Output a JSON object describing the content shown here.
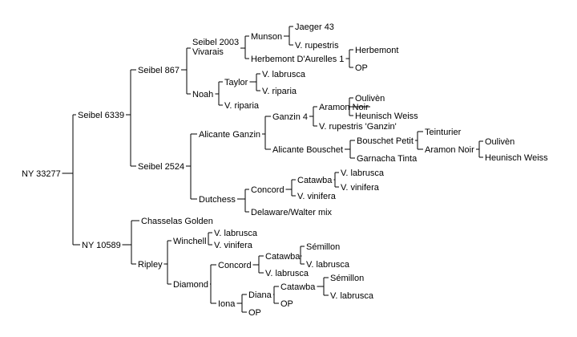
{
  "title": "",
  "colors": {
    "background": "#ffffff",
    "ink": "#000000"
  },
  "tree": {
    "label": "NY 33277",
    "children": [
      {
        "label": "Seibel 6339",
        "children": [
          {
            "label": "Seibel 867",
            "children": [
              {
                "label": "Seibel 2003",
                "label2": "Vivarais",
                "children": [
                  {
                    "label": "Munson",
                    "children": [
                      {
                        "label": "Jaeger 43"
                      },
                      {
                        "label": "V. rupestris"
                      }
                    ]
                  },
                  {
                    "label": "Herbemont D'Aurelles 1",
                    "children": [
                      {
                        "label": "Herbemont"
                      },
                      {
                        "label": "OP"
                      }
                    ]
                  }
                ]
              },
              {
                "label": "Noah",
                "children": [
                  {
                    "label": "Taylor",
                    "children": [
                      {
                        "label": "V. labrusca"
                      },
                      {
                        "label": "V. riparia"
                      }
                    ]
                  },
                  {
                    "label": "V. riparia"
                  }
                ]
              }
            ]
          },
          {
            "label": "Seibel 2524",
            "children": [
              {
                "label": "Alicante Ganzin",
                "children": [
                  {
                    "label": "Ganzin 4",
                    "children": [
                      {
                        "label": "Aramon Noir",
                        "children": [
                          {
                            "label": "Oulivèn"
                          },
                          {
                            "label": "Heunisch Weiss"
                          }
                        ]
                      },
                      {
                        "label": "V. rupestris 'Ganzin'"
                      }
                    ]
                  },
                  {
                    "label": "Alicante Bouschet",
                    "children": [
                      {
                        "label": "Bouschet Petit",
                        "children": [
                          {
                            "label": "Teinturier"
                          },
                          {
                            "label": "Aramon Noir",
                            "children": [
                              {
                                "label": "Oulivèn"
                              },
                              {
                                "label": "Heunisch Weiss"
                              }
                            ]
                          }
                        ]
                      },
                      {
                        "label": "Garnacha Tinta"
                      }
                    ]
                  }
                ]
              },
              {
                "label": "Dutchess",
                "children": [
                  {
                    "label": "Concord",
                    "children": [
                      {
                        "label": "Catawba",
                        "children": [
                          {
                            "label": "V. labrusca"
                          },
                          {
                            "label": "V. vinifera"
                          }
                        ]
                      },
                      {
                        "label": "V. vinifera"
                      }
                    ]
                  },
                  {
                    "label": "Delaware/Walter mix"
                  }
                ]
              }
            ]
          }
        ]
      },
      {
        "label": "NY 10589",
        "children": [
          {
            "label": "Chasselas Golden"
          },
          {
            "label": "Ripley",
            "children": [
              {
                "label": "Winchell",
                "children": [
                  {
                    "label": "V. labrusca"
                  },
                  {
                    "label": "V. vinifera"
                  }
                ]
              },
              {
                "label": "Diamond",
                "children": [
                  {
                    "label": "Concord",
                    "children": [
                      {
                        "label": "Catawba",
                        "children": [
                          {
                            "label": "Sémillon"
                          },
                          {
                            "label": "V. labrusca"
                          }
                        ]
                      },
                      {
                        "label": "V. labrusca"
                      }
                    ]
                  },
                  {
                    "label": "Iona",
                    "children": [
                      {
                        "label": "Diana",
                        "children": [
                          {
                            "label": "Catawba",
                            "children": [
                              {
                                "label": "Sémillon"
                              },
                              {
                                "label": "V. labrusca"
                              }
                            ]
                          },
                          {
                            "label": "OP"
                          }
                        ]
                      },
                      {
                        "label": "OP"
                      }
                    ]
                  }
                ]
              }
            ]
          }
        ]
      }
    ]
  }
}
